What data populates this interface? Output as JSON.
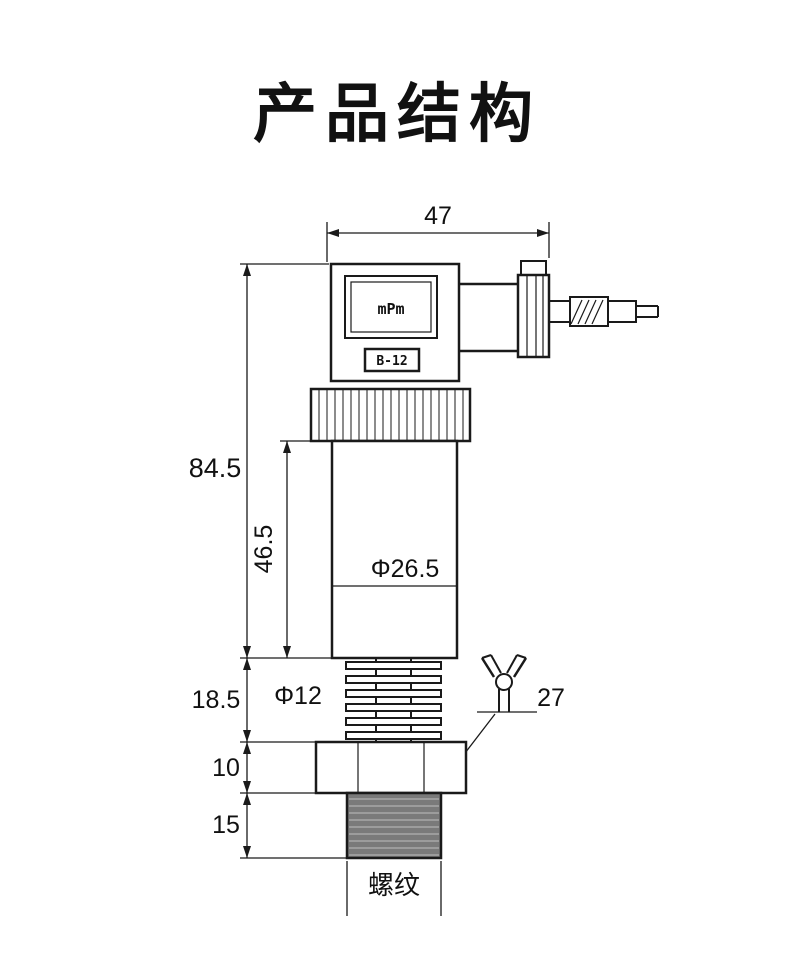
{
  "title": "产品结构",
  "connector": {
    "display_text": "mPm",
    "model_label": "B-12"
  },
  "dimensions": {
    "top_width": "47",
    "overall_height": "84.5",
    "body_height": "46.5",
    "body_diameter": "Φ26.5",
    "fins_height": "18.5",
    "fins_diameter": "Φ12",
    "clip_width": "27",
    "hex_nut_height": "10",
    "thread_length": "15"
  },
  "labels": {
    "thread": "螺纹"
  },
  "colors": {
    "line": "#1a1a1a",
    "thread_fill": "#7a7a7a",
    "background": "#ffffff"
  }
}
